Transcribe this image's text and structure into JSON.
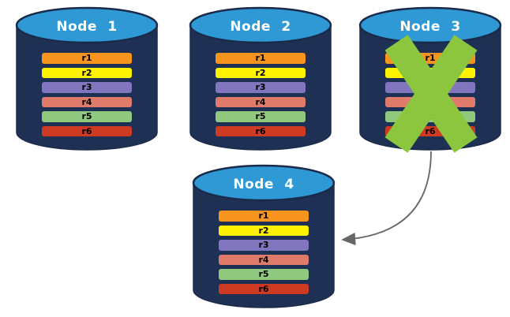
{
  "palette": {
    "cylinder_body": "#1E3155",
    "cylinder_top": "#2E99D5",
    "cylinder_outline": "#1A2A4A",
    "r1": "#F7941D",
    "r2": "#FFF200",
    "r3": "#8176BE",
    "r4": "#E07B6B",
    "r5": "#90C87D",
    "r6": "#CE3B22",
    "x_mark": "#8CC63E",
    "arrow": "#666666"
  },
  "nodes": [
    {
      "title": "Node 1",
      "crossed_out": false,
      "rows": [
        "r1",
        "r2",
        "r3",
        "r4",
        "r5",
        "r6"
      ]
    },
    {
      "title": "Node 2",
      "crossed_out": false,
      "rows": [
        "r1",
        "r2",
        "r3",
        "r4",
        "r5",
        "r6"
      ]
    },
    {
      "title": "Node 3",
      "crossed_out": true,
      "rows": [
        "r1",
        "r2",
        "r3",
        "r4",
        "r5",
        "r6"
      ]
    },
    {
      "title": "Node 4",
      "crossed_out": false,
      "rows": [
        "r1",
        "r2",
        "r3",
        "r4",
        "r5",
        "r6"
      ]
    }
  ]
}
